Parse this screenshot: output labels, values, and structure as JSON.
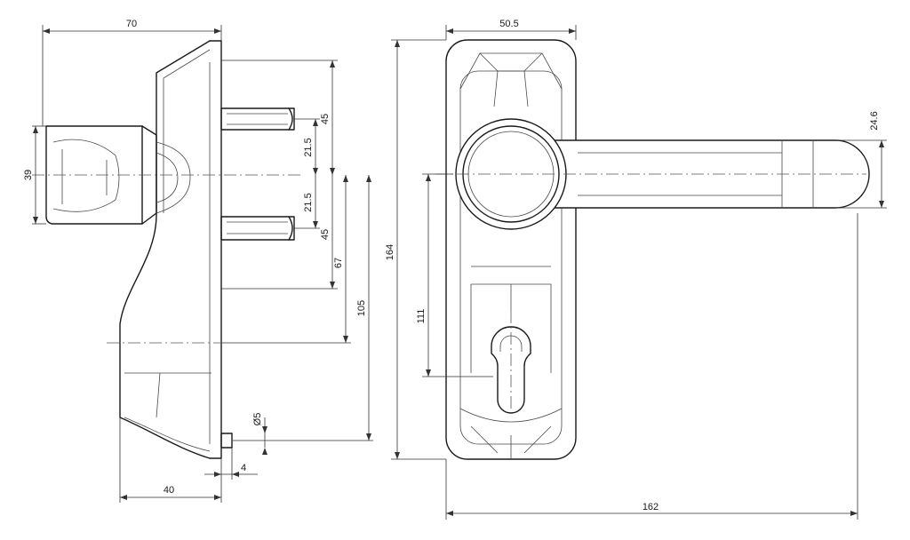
{
  "dimensions": {
    "side_width": "70",
    "side_height": "39",
    "pin_upper_offset": "21.5",
    "pin_lower_offset": "21.5",
    "pin_upper_span": "45",
    "pin_lower_span": "45",
    "pin_to_axis": "67",
    "screw_distance": "105",
    "plate_depth": "40",
    "screw_diameter": "Ø5",
    "screw_length": "4",
    "front_width": "50.5",
    "lever_diameter": "24.6",
    "plate_height": "164",
    "handle_to_keyhole": "111",
    "overall_length": "162"
  }
}
